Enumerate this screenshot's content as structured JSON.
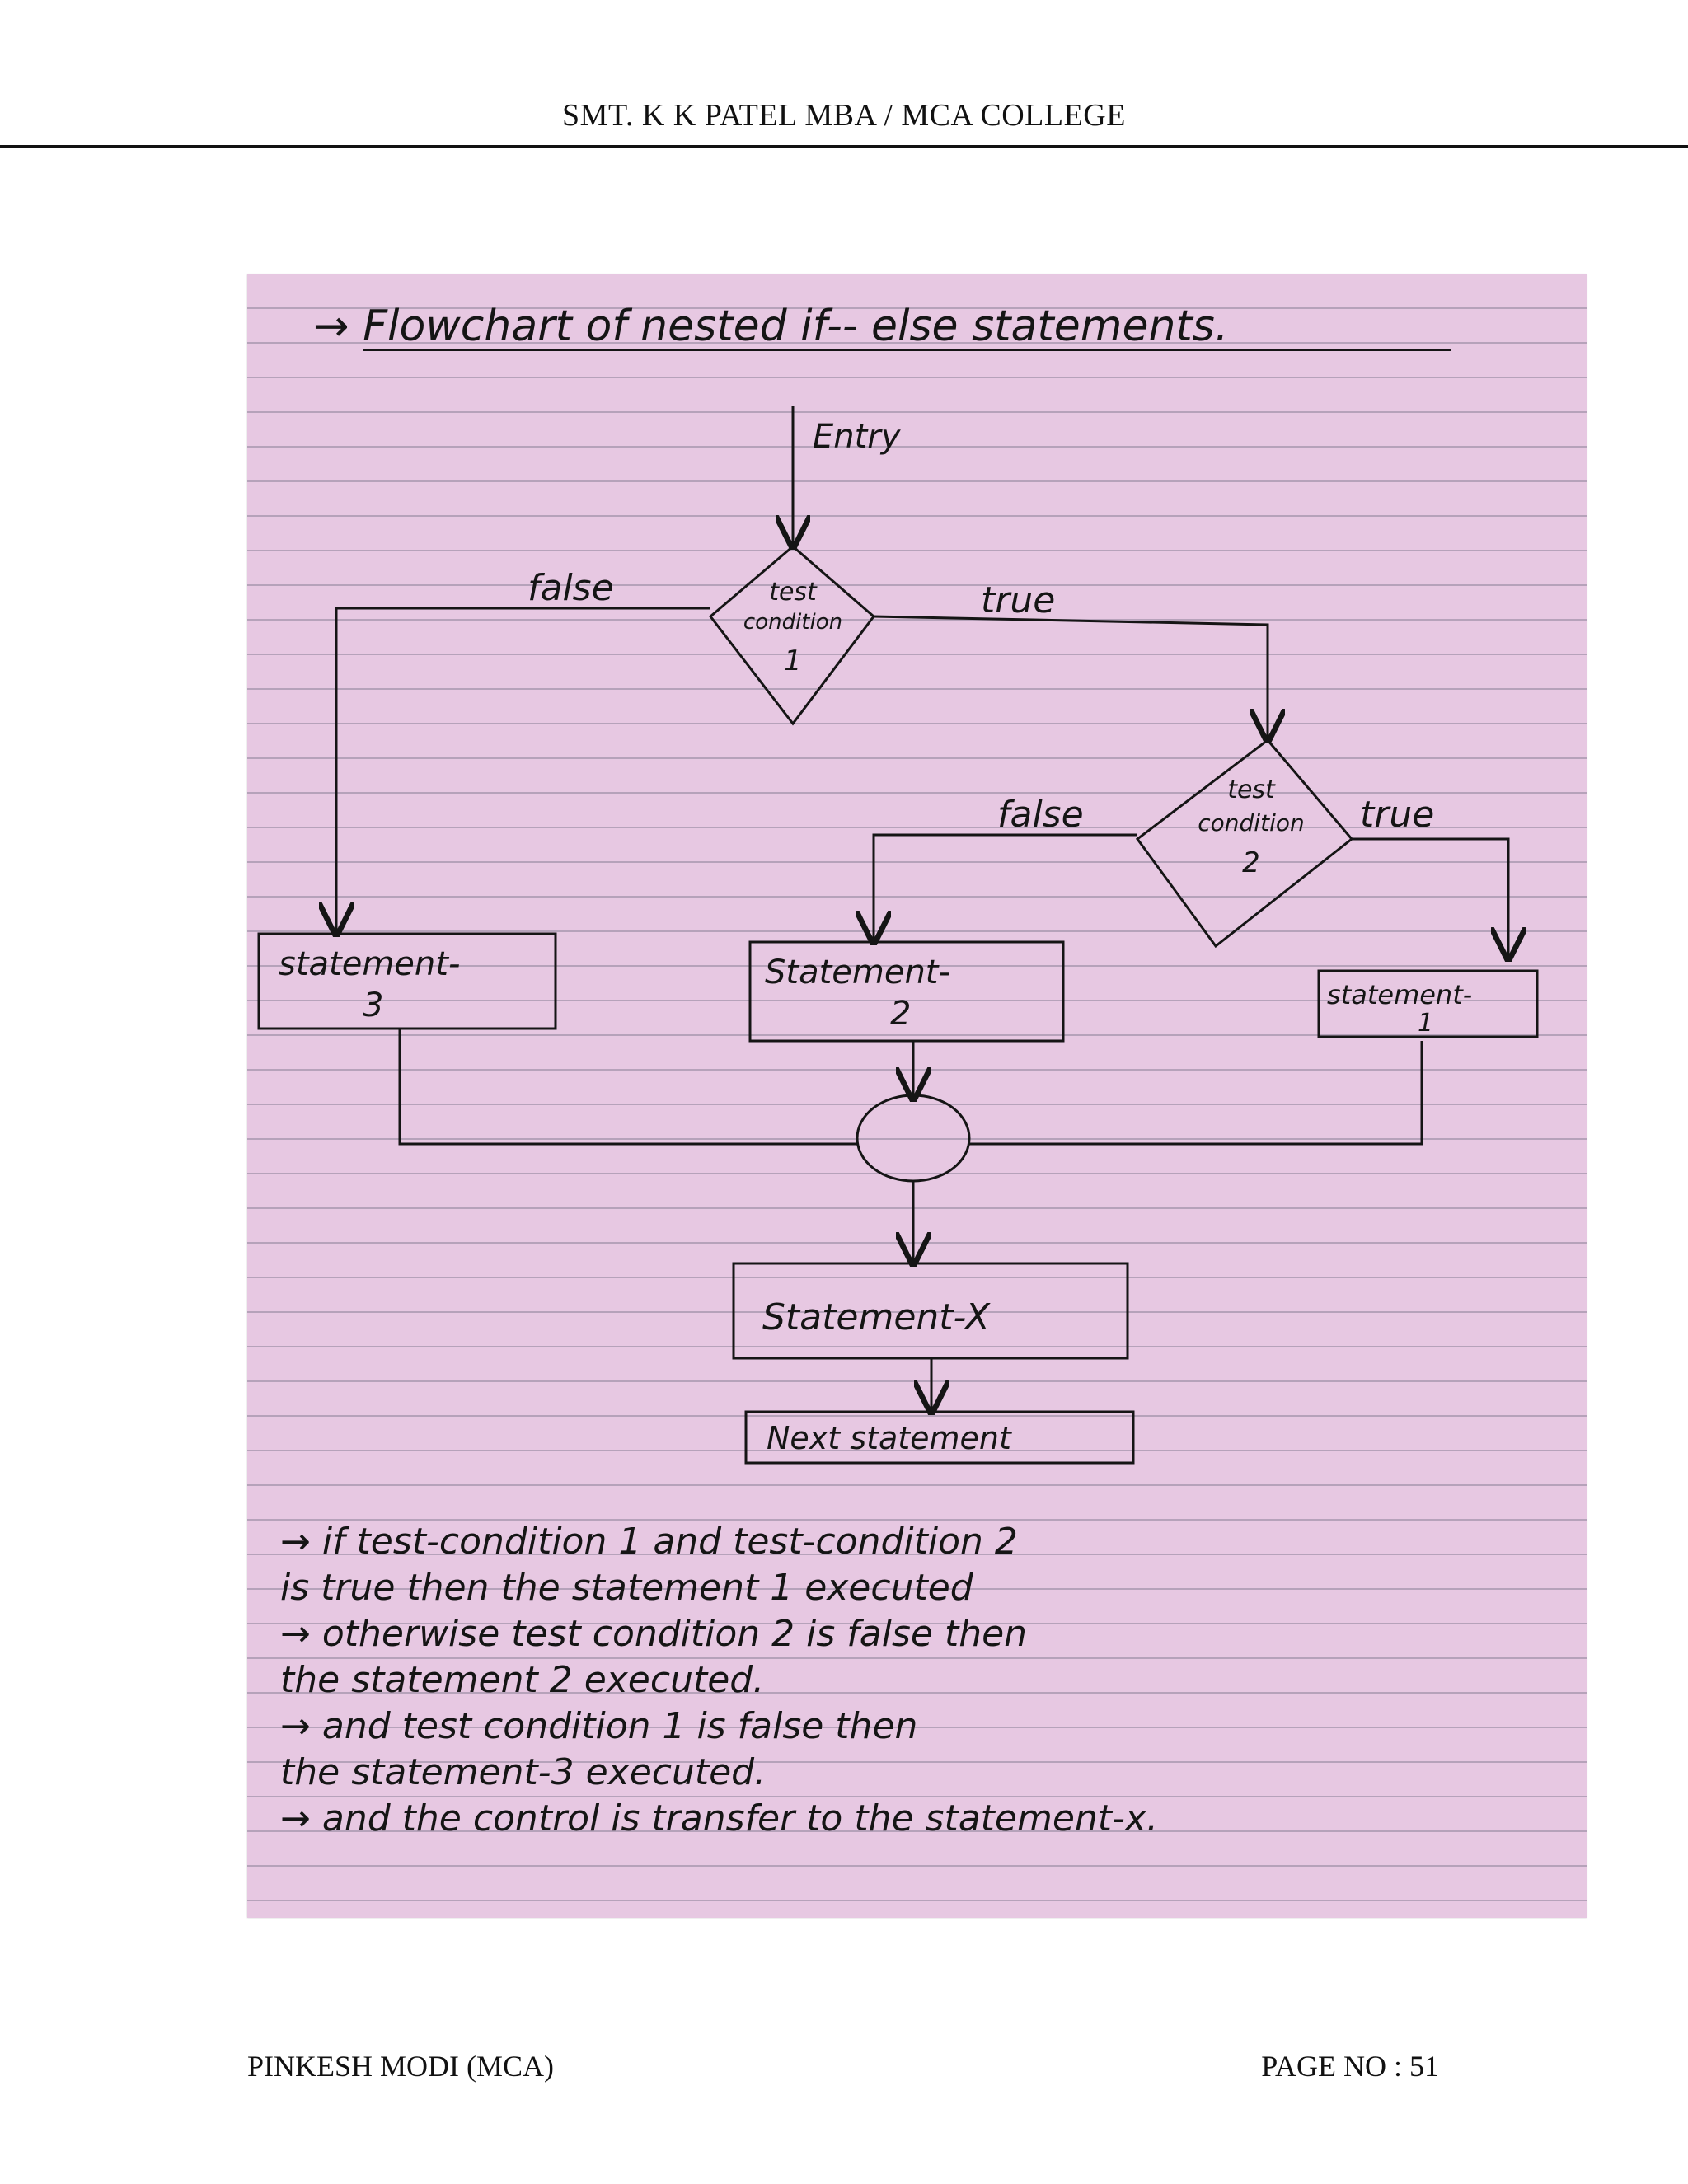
{
  "header": {
    "college": "SMT.  K K PATEL MBA / MCA COLLEGE"
  },
  "note_sheet": {
    "heading": "→ Flowchart of nested if-- else statements.",
    "flowchart": {
      "entry_label": "Entry",
      "condition1_lines": [
        "test",
        "condition",
        "1"
      ],
      "condition2_lines": [
        "test",
        "condition",
        "2"
      ],
      "false_label_1": "false",
      "true_label_1": "true",
      "false_label_2": "false",
      "true_label_2": "true",
      "statement3_lines": [
        "statement-",
        "3"
      ],
      "statement2_lines": [
        "Statement-",
        "2"
      ],
      "statement1_lines": [
        "statement-",
        "1"
      ],
      "statement_x": "Statement-X",
      "next_statement": "Next statement"
    },
    "explanation": [
      "→ if test-condition 1 and test-condition 2",
      "   is true then the statement 1 executed",
      "→ otherwise test condition 2 is false then",
      "   the statement 2 executed.",
      "→ and test condition 1 is false then",
      "   the statement-3 executed.",
      "→ and the control is transfer to the statement-x."
    ]
  },
  "footer": {
    "author": "PINKESH MODI (MCA)",
    "page": "PAGE NO : 51"
  }
}
